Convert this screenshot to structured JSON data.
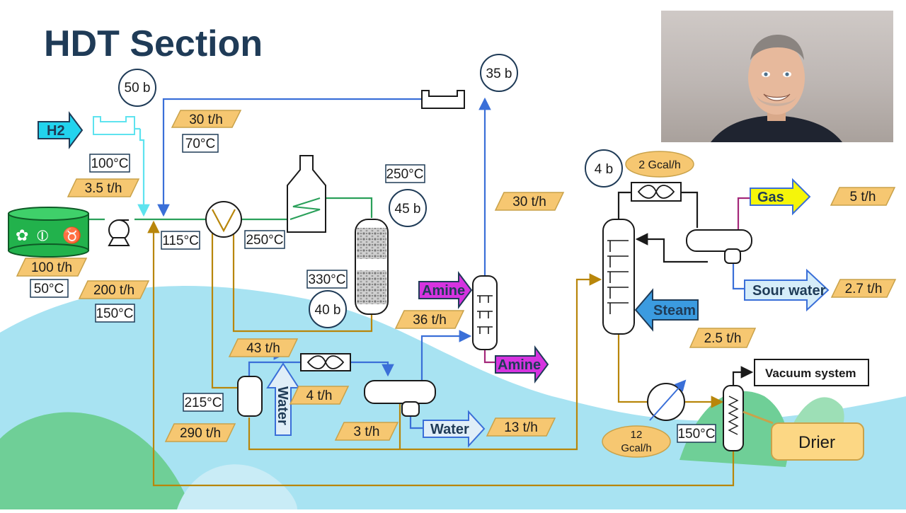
{
  "slide": {
    "title": "HDT Section"
  },
  "pressures": {
    "p_50": "50 b",
    "p_35": "35 b",
    "p_45": "45 b",
    "p_40": "40 b",
    "p_4": "4 b"
  },
  "flows": {
    "h2_feed": "3.5 t/h",
    "recycle": "30 t/h",
    "feed": "100 t/h",
    "bottoms_recycle": "200 t/h",
    "amine_top": "30 t/h",
    "amine_gas": "36 t/h",
    "hp_sep": "43 t/h",
    "wash_water": "4 t/h",
    "sep_liq": "290 t/h",
    "to_water": "3 t/h",
    "water_out": "13 t/h",
    "gas_out": "5 t/h",
    "sour_water_out": "2.7 t/h",
    "steam_in": "2.5 t/h"
  },
  "temperatures": {
    "h2_temp": "100°C",
    "recycle_temp": "70°C",
    "feed_temp": "50°C",
    "mix_temp": "150°C",
    "exch_in": "115°C",
    "exch_out": "250°C",
    "reactor_in": "250°C",
    "reactor_out": "330°C",
    "hp_sep_temp": "215°C",
    "drier_temp": "150°C"
  },
  "duties": {
    "overhead_cooler": "2 Gcal/h",
    "reboiler": "12\nGcal/h",
    "reboiler_line1": "12",
    "reboiler_line2": "Gcal/h"
  },
  "streams": {
    "h2": "H2",
    "amine_in": "Amine",
    "amine_out": "Amine",
    "water_in": "Water",
    "water_out": "Water",
    "gas": "Gas",
    "sour_water": "Sour water",
    "steam": "Steam",
    "vacuum": "Vacuum system",
    "drier": "Drier"
  },
  "colors": {
    "title": "#1f3b57",
    "frame": "#1f3b57",
    "flow_tag": "#f6c771",
    "h2_arrow": "#22d3ee",
    "amine_arrow": "#d633e0",
    "gas_arrow": "#f5f50a",
    "sour_water_arrow": "#d6edf9",
    "steam_arrow": "#3b9be0",
    "water_arrow": "#e0eef8",
    "line_blue": "#3a6fd8",
    "line_cyan": "#5ee3ef",
    "line_green": "#2aa05a",
    "line_brown": "#b8860b",
    "line_magenta": "#a4287a",
    "tank": "#22b24c",
    "bg_hill_blue": "#a8e3f2",
    "bg_hill_green": "#6fcf97"
  },
  "icons": {
    "tank_icons": [
      "flower-icon",
      "cutlery-icon",
      "cow-icon"
    ],
    "webcam": "presenter-webcam"
  }
}
